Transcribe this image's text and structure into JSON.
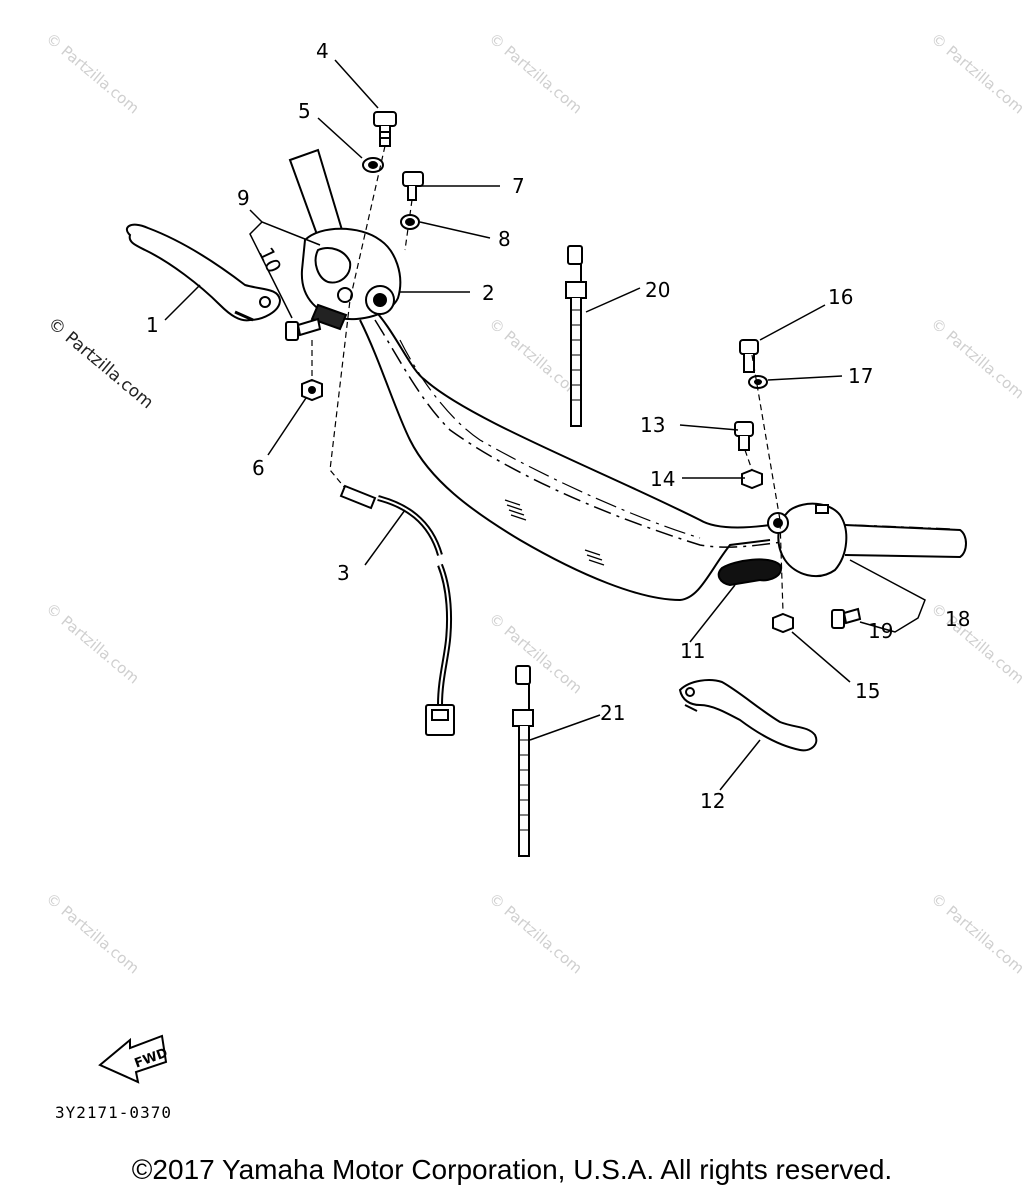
{
  "watermark": "© Partzilla.com",
  "side_watermark": "© Partzilla.com",
  "diagram_code": "3Y2171-0370",
  "fwd_label": "FWD",
  "copyright": "©2017 Yamaha Motor Corporation, U.S.A. All rights reserved.",
  "callouts": {
    "c1": "1",
    "c2": "2",
    "c3": "3",
    "c4": "4",
    "c5": "5",
    "c6": "6",
    "c7": "7",
    "c8": "8",
    "c9": "9",
    "c10": "10",
    "c11": "11",
    "c12": "12",
    "c13": "13",
    "c14": "14",
    "c15": "15",
    "c16": "16",
    "c17": "17",
    "c18": "18",
    "c19": "19",
    "c20": "20",
    "c21": "21"
  }
}
